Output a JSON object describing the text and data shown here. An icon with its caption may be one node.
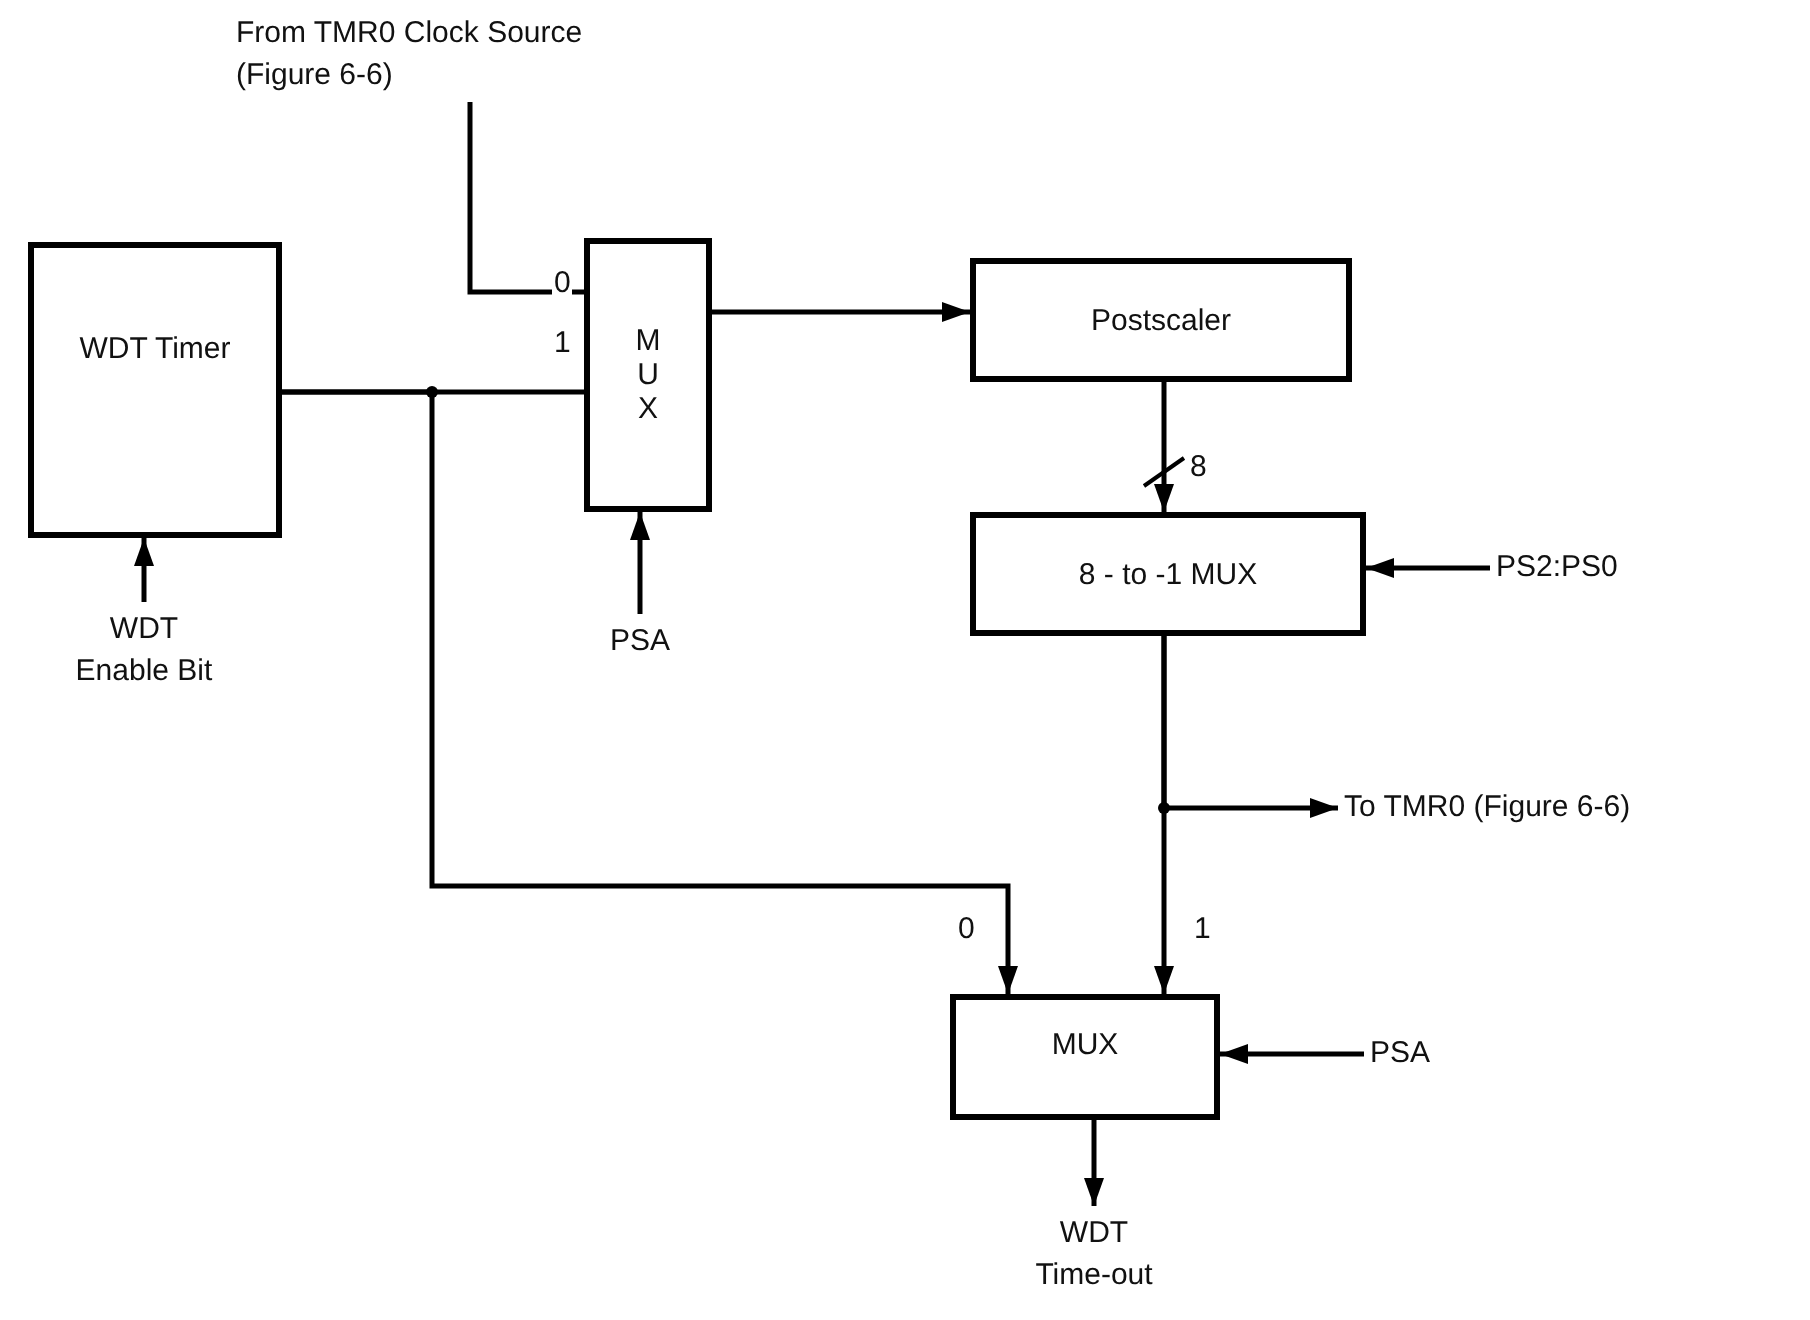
{
  "diagram": {
    "nodes": [
      {
        "text": [
          "WDT Timer"
        ]
      },
      {
        "text": [
          "M U X"
        ]
      },
      {
        "text": [
          "Postscaler"
        ]
      },
      {
        "text": [
          "8 - to -1 MUX"
        ]
      },
      {
        "text": [
          "MUX"
        ]
      },
      {
        "text": [
          "From TMR0 Clock Source (Figure 6-6)"
        ]
      },
      {
        "text": [
          "WDT Enable Bit"
        ]
      },
      {
        "text": [
          "PSA"
        ]
      },
      {
        "text": [
          "PS2:PS0"
        ]
      },
      {
        "text": [
          "To TMR0 (Figure 6-6)"
        ]
      },
      {
        "text": [
          "PSA"
        ]
      },
      {
        "text": [
          "WDT Time-out"
        ]
      }
    ],
    "edges": [
      {
        "from": 5,
        "to": 1,
        "arrow": "none",
        "label": "0"
      },
      {
        "from": 0,
        "to": 1,
        "arrow": "none",
        "label": "1"
      },
      {
        "from": 6,
        "to": 0,
        "arrow": "to"
      },
      {
        "from": 7,
        "to": 1,
        "arrow": "to"
      },
      {
        "from": 1,
        "to": 2,
        "arrow": "to"
      },
      {
        "from": 2,
        "to": 3,
        "arrow": "to",
        "label": "8"
      },
      {
        "from": 8,
        "to": 3,
        "arrow": "to"
      },
      {
        "from": 3,
        "to": 9,
        "arrow": "to"
      },
      {
        "from": 3,
        "to": 4,
        "arrow": "to",
        "label": "1"
      },
      {
        "from": 0,
        "to": 4,
        "arrow": "to",
        "label": "0"
      },
      {
        "from": 10,
        "to": 4,
        "arrow": "to"
      },
      {
        "from": 4,
        "to": 11,
        "arrow": "to"
      }
    ]
  }
}
